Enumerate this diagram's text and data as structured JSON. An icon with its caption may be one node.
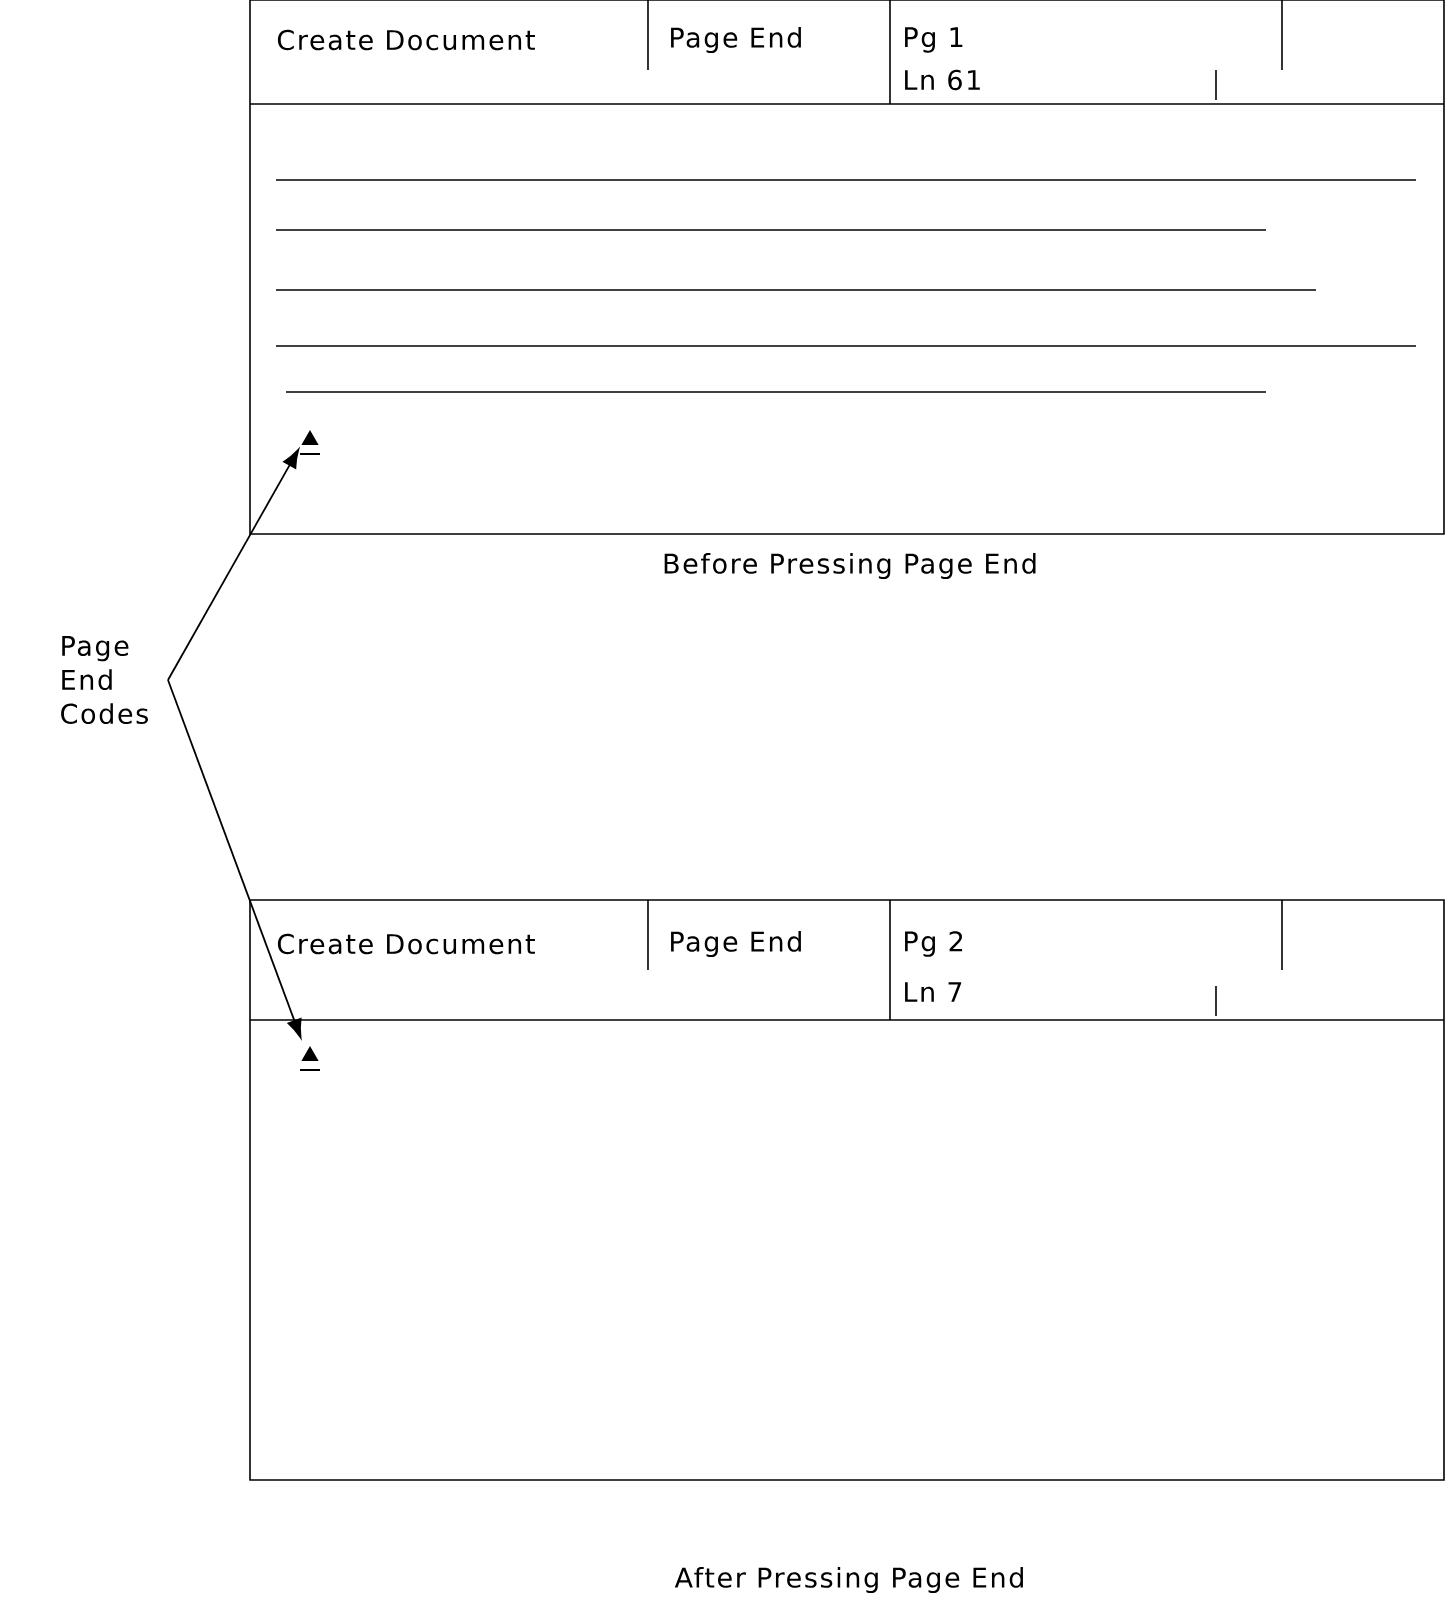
{
  "diagram": {
    "nodes": [
      {
        "text": [
          "Create Document",
          "Page End",
          "Pg 1",
          "Ln 61"
        ]
      },
      {
        "text": [],
        "shape": "triangle",
        "in": 0
      },
      {
        "text": [
          "Create Document",
          "Page End",
          "Pg 2",
          "Ln 7"
        ]
      },
      {
        "text": [],
        "shape": "triangle",
        "in": 2
      },
      {
        "text": [
          "Page End Codes"
        ]
      }
    ],
    "edges": [
      {
        "from": 4,
        "to": 1,
        "arrow": "to"
      },
      {
        "from": 4,
        "to": 3,
        "arrow": "to"
      }
    ],
    "labels": [
      "Before Pressing Page End",
      "After Pressing Page End"
    ]
  }
}
